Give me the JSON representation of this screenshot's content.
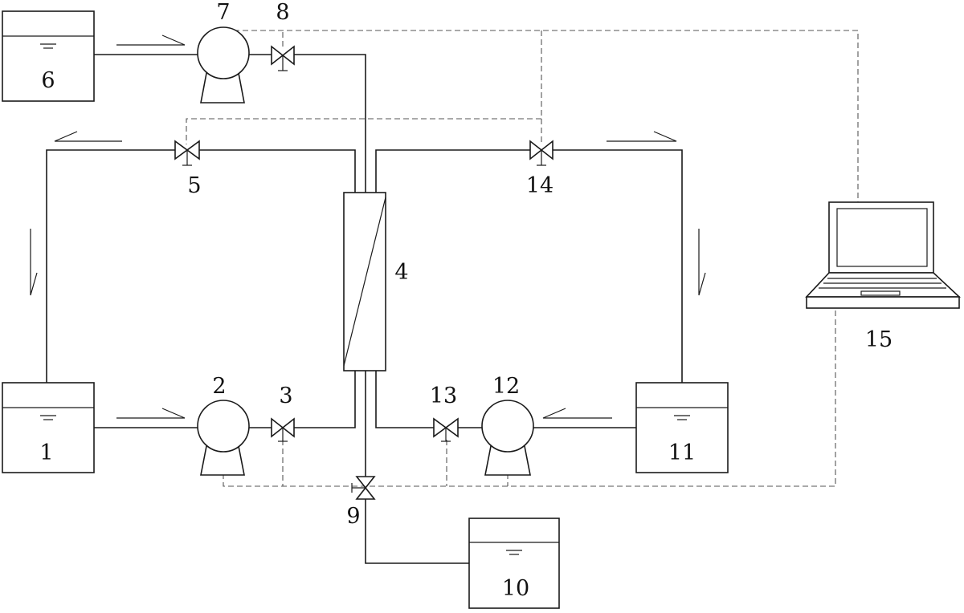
{
  "diagram": {
    "labels": {
      "tank_1": "1",
      "pump_2": "2",
      "valve_3": "3",
      "column_4": "4",
      "valve_5": "5",
      "tank_6": "6",
      "pump_7": "7",
      "valve_8": "8",
      "valve_9": "9",
      "tank_10": "10",
      "tank_11": "11",
      "pump_12": "12",
      "valve_13": "13",
      "valve_14": "14",
      "computer_15": "15"
    },
    "colors": {
      "line": "#1a1a1a",
      "signal": "#555555",
      "background": "#ffffff"
    }
  }
}
